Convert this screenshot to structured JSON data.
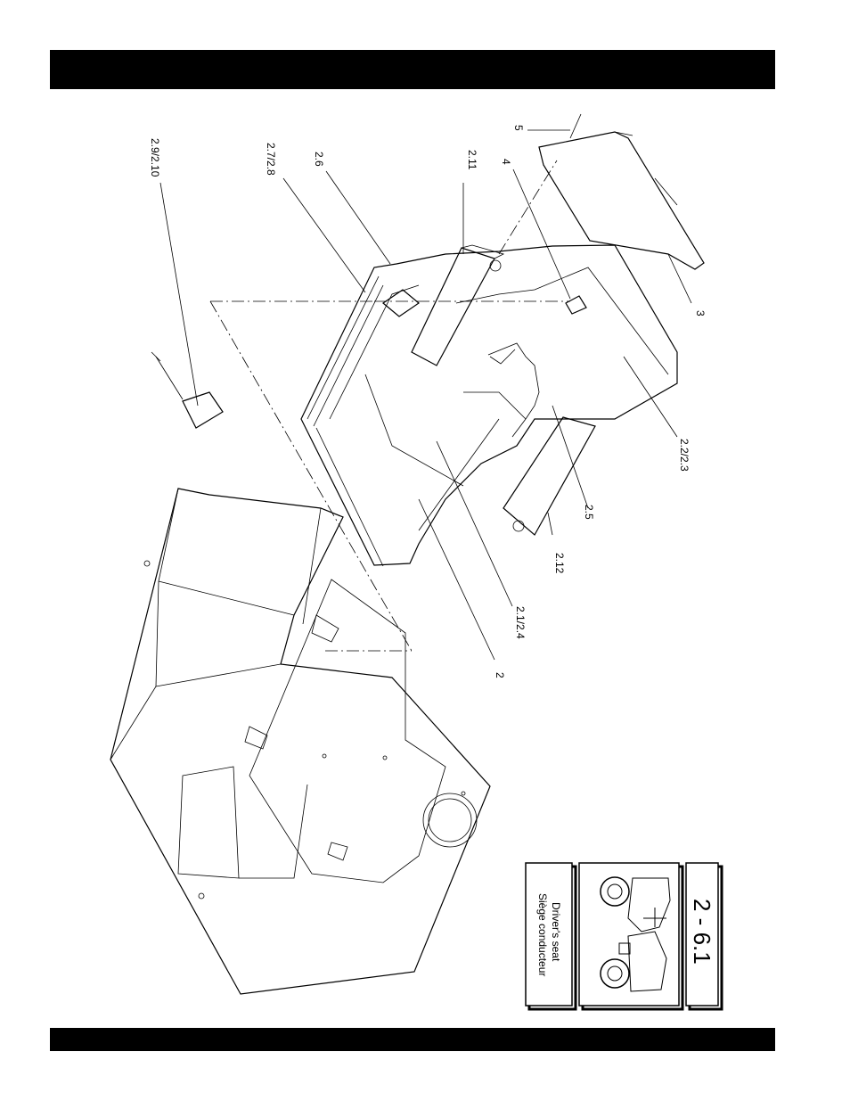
{
  "header_bar": {
    "color": "#000000"
  },
  "footer_bar": {
    "color": "#000000"
  },
  "callouts": {
    "c5": "5",
    "c4": "4",
    "c211": "2.11",
    "c26": "2.6",
    "c2728": "2.7/2.8",
    "c29210": "2.9/2.10",
    "c3": "3",
    "c2223": "2.2/2.3",
    "c25": "2.5",
    "c212": "2.12",
    "c2124": "2.1/2.4",
    "c2": "2"
  },
  "title_box": {
    "section_number": "2 - 6.1",
    "caption_en": "Driver's seat",
    "caption_fr": "Siège conducteur"
  }
}
